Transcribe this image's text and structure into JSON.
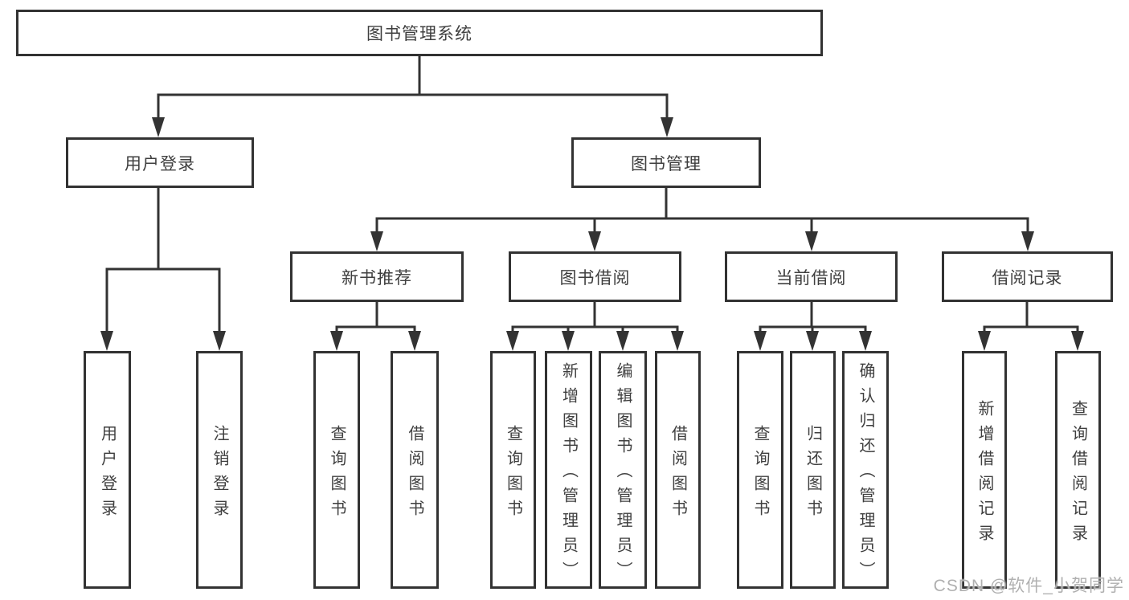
{
  "nodes": {
    "root": {
      "label": "图书管理系统"
    },
    "level2": {
      "user_login": {
        "label": "用户登录"
      },
      "book_management": {
        "label": "图书管理"
      }
    },
    "level3": {
      "new_book_recommend": {
        "label": "新书推荐"
      },
      "book_borrow": {
        "label": "图书借阅"
      },
      "current_borrow": {
        "label": "当前借阅"
      },
      "borrow_records": {
        "label": "借阅记录"
      }
    },
    "leaves": {
      "user_login": {
        "label": "用户登录"
      },
      "logout": {
        "label": "注销登录"
      },
      "recommend_query_book": {
        "label": "查询图书"
      },
      "recommend_borrow_book": {
        "label": "借阅图书"
      },
      "borrow_query_book": {
        "label": "查询图书"
      },
      "borrow_add_book": {
        "label": "新增图书（管理员）"
      },
      "borrow_edit_book": {
        "label": "编辑图书（管理员）"
      },
      "borrow_borrow_book": {
        "label": "借阅图书"
      },
      "current_query_book": {
        "label": "查询图书"
      },
      "current_return_book": {
        "label": "归还图书"
      },
      "current_confirm_return": {
        "label": "确认归还（管理员）"
      },
      "records_add_record": {
        "label": "新增借阅记录"
      },
      "records_query_record": {
        "label": "查询借阅记录"
      }
    }
  },
  "watermark": {
    "text": "CSDN @软件_小贺同学"
  },
  "colors": {
    "line": "#333333",
    "border": "#323232",
    "text": "#3f3f3f",
    "watermark": "#b0b0b0",
    "background": "#ffffff"
  }
}
